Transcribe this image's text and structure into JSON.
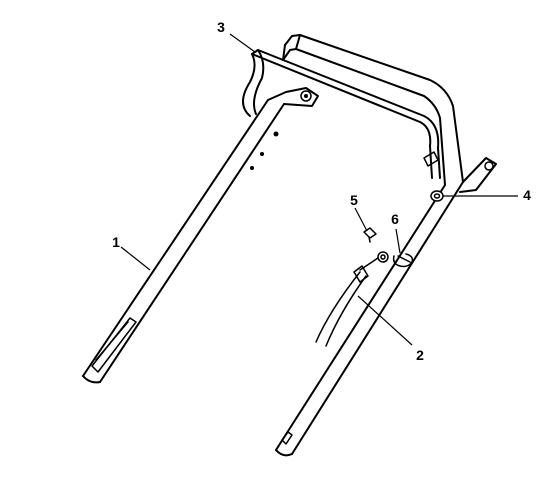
{
  "callouts": {
    "c1": "1",
    "c2": "2",
    "c3": "3",
    "c4": "4",
    "c5": "5",
    "c6": "6"
  },
  "colors": {
    "line": "#000000",
    "background": "#ffffff"
  }
}
